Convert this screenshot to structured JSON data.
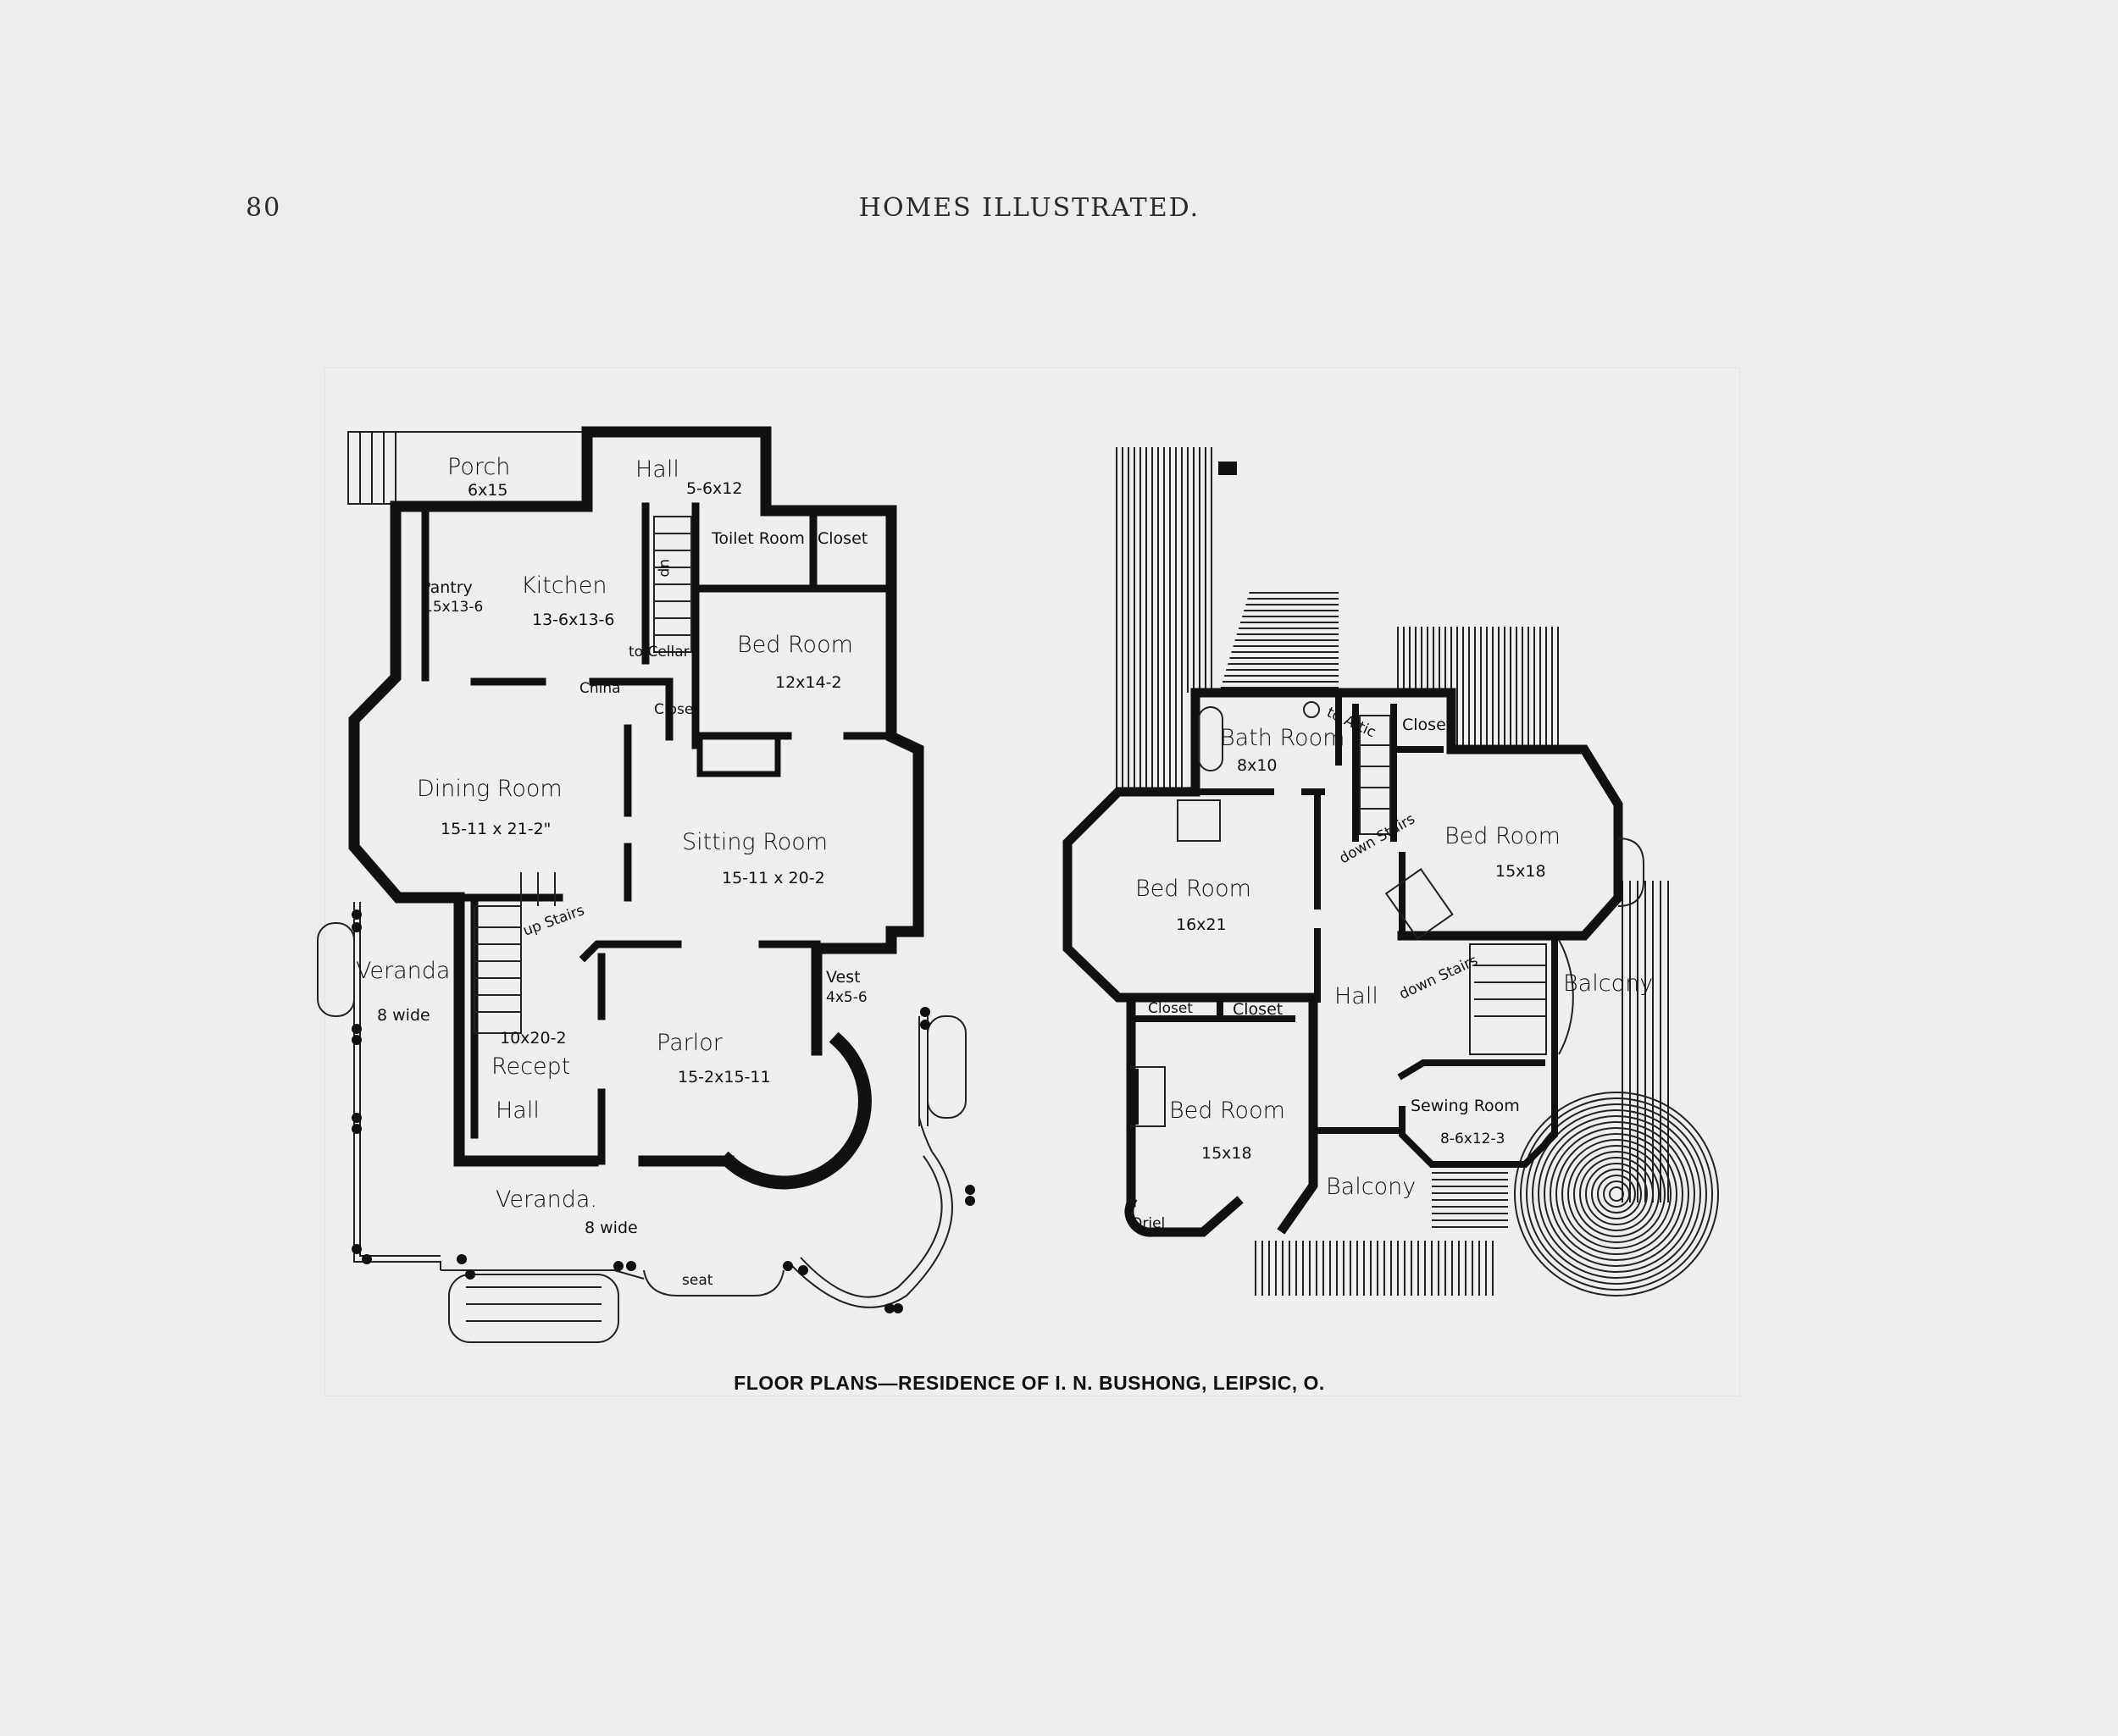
{
  "header": {
    "page_number": "80",
    "running_title": "HOMES ILLUSTRATED."
  },
  "caption": "FLOOR PLANS—RESIDENCE OF I. N. BUSHONG, LEIPSIC, O.",
  "first_floor": {
    "porch": {
      "name": "Porch",
      "size": "6x15"
    },
    "hall": {
      "name": "Hall",
      "size": "5-6x12"
    },
    "toilet_room": {
      "name": "Toilet Room"
    },
    "closet_toilet": {
      "name": "Closet"
    },
    "pantry": {
      "name": "Pantry",
      "size": "15x13-6"
    },
    "kitchen": {
      "name": "Kitchen",
      "size": "13-6x13-6"
    },
    "to_cellar": "to Cellar",
    "up_arrow": "up",
    "china": "China",
    "closet": {
      "name": "Closet"
    },
    "bed_room": {
      "name": "Bed Room",
      "size": "12x14-2"
    },
    "dining_room": {
      "name": "Dining Room",
      "size": "15-11 x 21-2\""
    },
    "sitting_room": {
      "name": "Sitting Room",
      "size": "15-11 x 20-2"
    },
    "up_stairs": "up Stairs",
    "veranda_side": {
      "name": "Veranda",
      "size": "8 wide"
    },
    "recept_hall": {
      "name": "Recept",
      "name2": "Hall",
      "size": "10x20-2"
    },
    "parlor": {
      "name": "Parlor",
      "size": "15-2x15-11"
    },
    "vest": {
      "name": "Vest",
      "size": "4x5-6"
    },
    "veranda_front": {
      "name": "Veranda.",
      "size": "8 wide"
    },
    "seat": "seat"
  },
  "second_floor": {
    "bath_room": {
      "name": "Bath Room",
      "size": "8x10"
    },
    "to_attic": "to Attic",
    "closet_top": {
      "name": "Closet"
    },
    "down_stairs_1": "down Stairs",
    "bed_room_ne": {
      "name": "Bed Room",
      "size": "15x18"
    },
    "bed_room_w": {
      "name": "Bed Room",
      "size": "16x21"
    },
    "closet_a": {
      "name": "Closet"
    },
    "closet_b": {
      "name": "Closet"
    },
    "hall": {
      "name": "Hall"
    },
    "down_stairs_2": "down Stairs",
    "balcony_e": {
      "name": "Balcony"
    },
    "bed_room_sw": {
      "name": "Bed Room",
      "size": "15x18"
    },
    "sewing_room": {
      "name": "Sewing Room",
      "size": "8-6x12-3"
    },
    "balcony_s": {
      "name": "Balcony"
    },
    "oriel": "Oriel"
  }
}
